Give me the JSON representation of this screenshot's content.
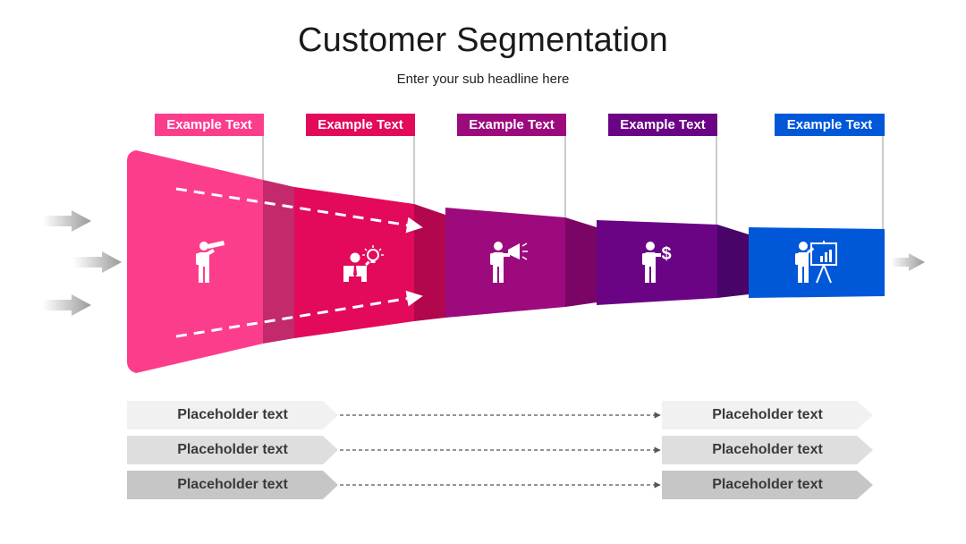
{
  "header": {
    "title": "Customer Segmentation",
    "subtitle": "Enter your sub headline here"
  },
  "stages": [
    {
      "label": "Example Text",
      "color": "#fc3d8c",
      "icon": "person-telescope-icon"
    },
    {
      "label": "Example Text",
      "color": "#e3095b",
      "icon": "person-lightbulb-icon"
    },
    {
      "label": "Example Text",
      "color": "#9c0a7e",
      "icon": "person-megaphone-icon"
    },
    {
      "label": "Example Text",
      "color": "#6a0485",
      "icon": "person-dollar-icon"
    },
    {
      "label": "Example Text",
      "color": "#0058d8",
      "icon": "person-presentation-icon"
    }
  ],
  "rows": [
    {
      "left": "Placeholder text",
      "right": "Placeholder text",
      "color": "#f1f1f1"
    },
    {
      "left": "Placeholder text",
      "right": "Placeholder text",
      "color": "#dedede"
    },
    {
      "left": "Placeholder text",
      "right": "Placeholder text",
      "color": "#c6c6c6"
    }
  ]
}
